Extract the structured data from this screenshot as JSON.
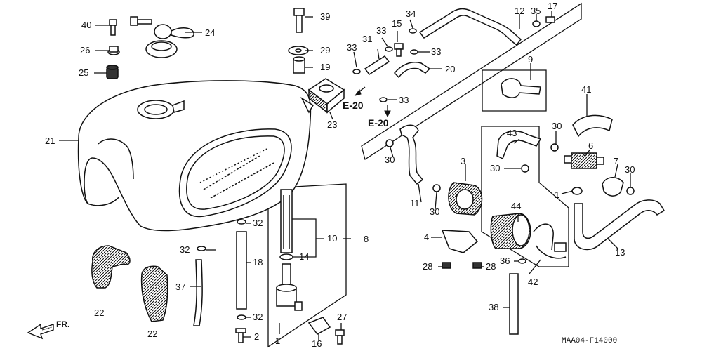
{
  "diagram_code": "MAA04-F14000",
  "direction_label": "FR.",
  "reference_labels": [
    "E-20",
    "E-20"
  ],
  "callouts": {
    "n1": "1",
    "n2": "2",
    "n3": "3",
    "n4": "4",
    "n6": "6",
    "n7": "7",
    "n8": "8",
    "n9": "9",
    "n10": "10",
    "n11": "11",
    "n12": "12",
    "n13": "13",
    "n14": "14",
    "n15": "15",
    "n16": "16",
    "n17": "17",
    "n18": "18",
    "n19": "19",
    "n20": "20",
    "n21": "21",
    "n22a": "22",
    "n22b": "22",
    "n23": "23",
    "n24": "24",
    "n25": "25",
    "n26": "26",
    "n27": "27",
    "n28a": "28",
    "n28b": "28",
    "n29": "29",
    "n30a": "30",
    "n30b": "30",
    "n30c": "30",
    "n30d": "30",
    "n30e": "30",
    "n31": "31",
    "n32a": "32",
    "n32b": "32",
    "n32c": "32",
    "n33a": "33",
    "n33b": "33",
    "n33c": "33",
    "n33d": "33",
    "n34": "34",
    "n35": "35",
    "n36": "36",
    "n37": "37",
    "n38": "38",
    "n39": "39",
    "n40": "40",
    "n41": "41",
    "n42": "42",
    "n43": "43",
    "n44": "44"
  },
  "colors": {
    "line": "#111111",
    "background": "#ffffff"
  }
}
